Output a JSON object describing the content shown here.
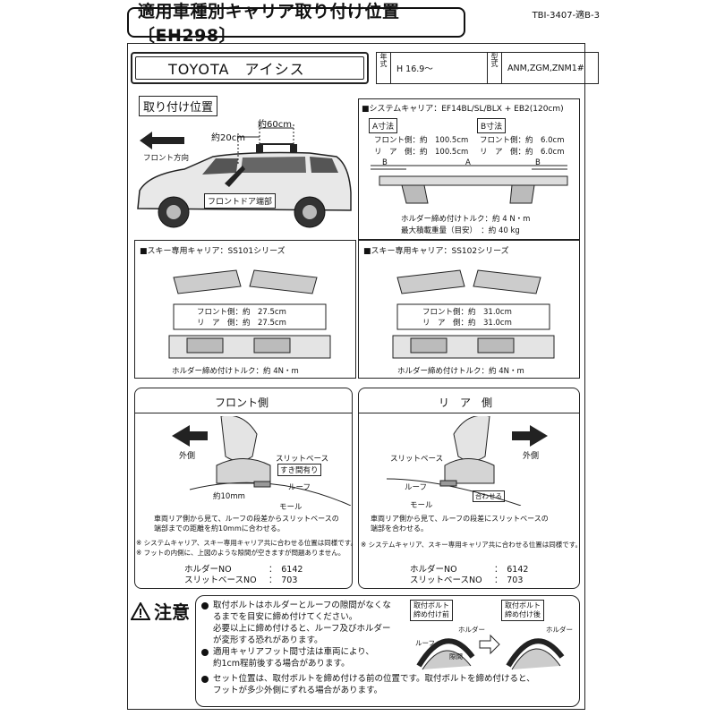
{
  "header": {
    "title": "適用車種別キャリア取り付け位置〔EH298〕",
    "doc_id": "TBI-3407-適B-3"
  },
  "model": {
    "name": "TOYOTA　アイシス",
    "year_label": "年式",
    "year_value": "H 16.9～",
    "type_label": "型式",
    "type_value": "ANM,ZGM,ZNM1#"
  },
  "position": {
    "label": "取り付け位置",
    "front_direction": "フロント方向",
    "approx_20": "約20cm",
    "approx_60": "約60cm",
    "front_door_end": "フロントドア端部"
  },
  "system_carrier": {
    "title": "■システムキャリア：EF14BL/SL/BLX + EB2(120cm)",
    "a_dim": "A寸法",
    "b_dim": "B寸法",
    "a_front": "フロント側：約　100.5cm",
    "a_rear": "リ　ア　側：約　100.5cm",
    "b_front": "フロント側：約　6.0cm",
    "b_rear": "リ　ア　側：約　6.0cm",
    "label_a": "A",
    "label_b1": "B",
    "label_b2": "B",
    "torque": "ホルダー締め付けトルク：約 4 N・m",
    "max_load": "最大積載重量（目安）　：約 40 kg"
  },
  "ski101": {
    "title": "■スキー専用キャリア：SS101シリーズ",
    "front": "フロント側：約　27.5cm",
    "rear": "リ　ア　側：約　27.5cm",
    "torque": "ホルダー締め付けトルク：約 4N・m"
  },
  "ski102": {
    "title": "■スキー専用キャリア：SS102シリーズ",
    "front": "フロント側：約　31.0cm",
    "rear": "リ　ア　側：約　31.0cm",
    "torque": "ホルダー締め付けトルク：約 4N・m"
  },
  "front_side": {
    "title": "フロント側",
    "outer": "外側",
    "slit_base": "スリットベース",
    "gap": "すき間有り",
    "roof": "ルーフ",
    "molding": "モール",
    "approx_10mm": "約10mm",
    "desc1": "車両リア側から見て、ルーフの段差からスリットベースの",
    "desc2": "端部までの距離を約10mmに合わせる。",
    "note1": "※ システムキャリア、スキー専用キャリア共に合わせる位置は同様です。",
    "note2": "※ フットの内側に、上図のような隙間が空きますが問題ありません。",
    "holder_no_label": "ホルダーNO",
    "holder_no": "：　6142",
    "slit_no_label": "スリットベースNO",
    "slit_no": "：　703"
  },
  "rear_side": {
    "title": "リ　ア　側",
    "outer": "外側",
    "slit_base": "スリットベース",
    "roof": "ルーフ",
    "molding": "モール",
    "align": "合わせる",
    "desc1": "車両リア側から見て、ルーフの段差にスリットベースの",
    "desc2": "端部を合わせる。",
    "note1": "※ システムキャリア、スキー専用キャリア共に合わせる位置は同様です。",
    "holder_no_label": "ホルダーNO",
    "holder_no": "：　6142",
    "slit_no_label": "スリットベースNO",
    "slit_no": "：　703"
  },
  "caution": {
    "title": "注意",
    "item1_line1": "取付ボルトはホルダーとルーフの隙間がなくな",
    "item1_line2": "るまでを目安に締め付けてください。",
    "item1_line3": "必要以上に締め付けると、ルーフ及びホルダー",
    "item1_line4": "が変形する恐れがあります。",
    "item2_line1": "適用キャリアフット間寸法は車両により、",
    "item2_line2": "約1cm程前後する場合があります。",
    "item3_line1": "セット位置は、取付ボルトを締め付ける前の位置です。取付ボルトを締め付けると、",
    "item3_line2": "フットが多少外側にずれる場合があります。",
    "before_label_1": "取付ボルト",
    "before_label_2": "締め付け前",
    "after_label_1": "取付ボルト",
    "after_label_2": "締め付け後",
    "holder": "ホルダー",
    "roof": "ルーフ",
    "gap": "隙間",
    "holder2": "ホルダー"
  }
}
